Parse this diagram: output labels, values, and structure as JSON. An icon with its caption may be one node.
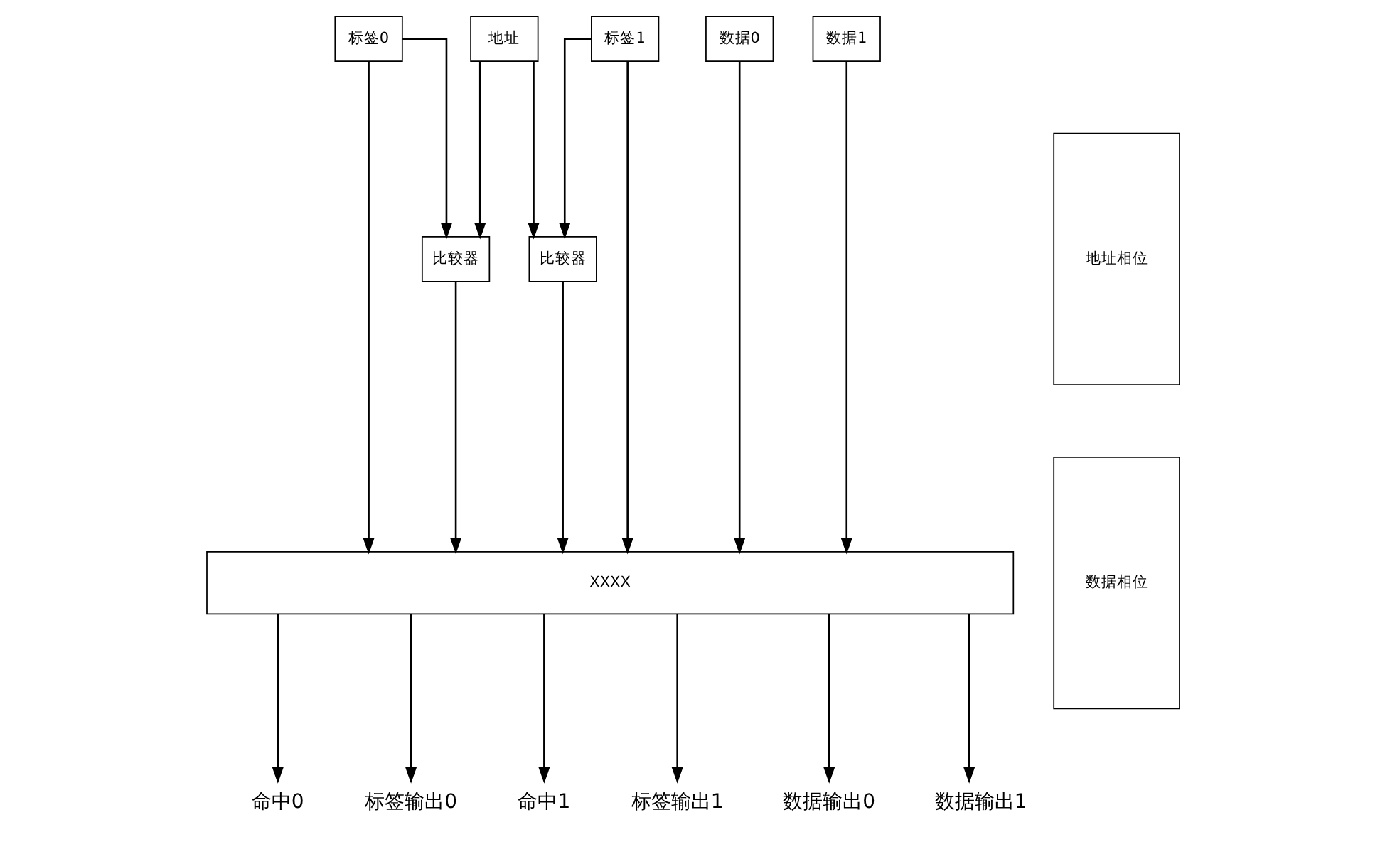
{
  "diagram": {
    "nodes": [
      {
        "text": [
          "地址"
        ]
      },
      {
        "text": [
          "标签0"
        ]
      },
      {
        "text": [
          "标签1"
        ]
      },
      {
        "text": [
          "数据0"
        ]
      },
      {
        "text": [
          "数据1"
        ]
      },
      {
        "text": [
          "比较器"
        ]
      },
      {
        "text": [
          "比较器"
        ]
      },
      {
        "text": [
          "地址相位"
        ]
      },
      {
        "text": [
          "数据相位"
        ]
      },
      {
        "text": [
          "XXXX"
        ]
      },
      {
        "text": [
          "命中0"
        ]
      },
      {
        "text": [
          "标签输出0"
        ]
      },
      {
        "text": [
          "命中1"
        ]
      },
      {
        "text": [
          "标签输出1"
        ]
      },
      {
        "text": [
          "数据输出0"
        ]
      },
      {
        "text": [
          "数据输出1"
        ]
      }
    ],
    "edges": [
      {
        "from": 0,
        "to": 5,
        "arrow": "to"
      },
      {
        "from": 0,
        "to": 6,
        "arrow": "to"
      },
      {
        "from": 1,
        "to": 5,
        "arrow": "to"
      },
      {
        "from": 2,
        "to": 6,
        "arrow": "to"
      },
      {
        "from": 5,
        "to": 9,
        "arrow": "to"
      },
      {
        "from": 1,
        "to": 9,
        "arrow": "to"
      },
      {
        "from": 6,
        "to": 9,
        "arrow": "to"
      },
      {
        "from": 2,
        "to": 9,
        "arrow": "to"
      },
      {
        "from": 3,
        "to": 9,
        "arrow": "to"
      },
      {
        "from": 4,
        "to": 9,
        "arrow": "to"
      },
      {
        "from": 9,
        "to": 10,
        "arrow": "to"
      },
      {
        "from": 9,
        "to": 11,
        "arrow": "to"
      },
      {
        "from": 9,
        "to": 12,
        "arrow": "to"
      },
      {
        "from": 9,
        "to": 13,
        "arrow": "to"
      },
      {
        "from": 9,
        "to": 14,
        "arrow": "to"
      },
      {
        "from": 9,
        "to": 15,
        "arrow": "to"
      }
    ]
  }
}
